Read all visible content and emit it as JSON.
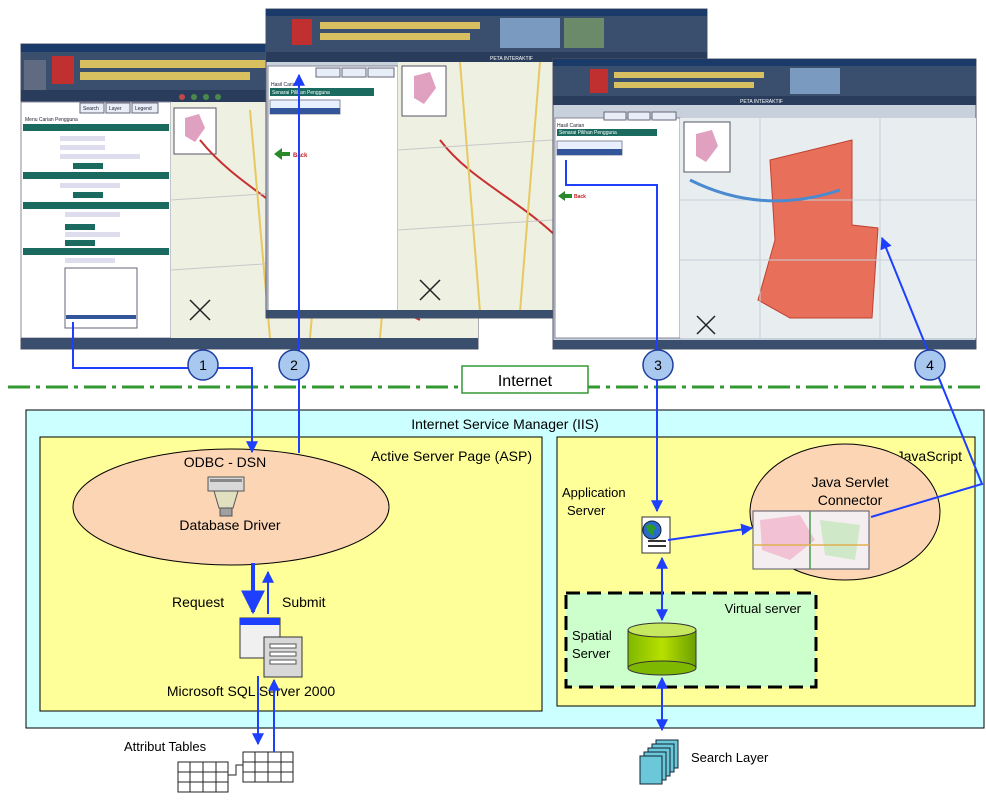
{
  "network": {
    "label": "Internet"
  },
  "iis": {
    "title": "Internet Service Manager (IIS)"
  },
  "asp": {
    "title": "Active Server Page (ASP)",
    "odbc": "ODBC - DSN",
    "driver": "Database Driver",
    "request": "Request",
    "submit": "Submit",
    "sql_server": "Microsoft SQL Server 2000",
    "attribute_tables": "Attribut Tables"
  },
  "js_panel": {
    "title": "JavaScript",
    "connector_line1": "Java Servlet",
    "connector_line2": "Connector",
    "app_server_line1": "Application",
    "app_server_line2": "Server",
    "virtual_server": "Virtual server",
    "spatial_line1": "Spatial",
    "spatial_line2": "Server",
    "search_layer": "Search Layer"
  },
  "steps": [
    "1",
    "2",
    "3",
    "4"
  ],
  "screens": {
    "tabs": [
      "Search",
      "Layer",
      "Legend"
    ],
    "banner_subtitle": "PETA INTERAKTIF",
    "s1_menu_title": "Menu Carian Pengguna",
    "s2_result_title": "Hasil Carian",
    "s2_result_sub": "Senarai Pilihan Pengguna",
    "s3_result_title": "Hasil Carian",
    "s3_result_sub": "Senarai Pilihan Pengguna",
    "back_label": "Back"
  },
  "colors": {
    "iis_fill": "#ccffff",
    "asp_fill": "#ffff99",
    "ellipse_fill": "#fcd5b4",
    "virtual_fill": "#ccffcc",
    "arrow_blue": "#1f3fff",
    "internet_line": "#339933",
    "step_circle": "#a8c8f0"
  }
}
